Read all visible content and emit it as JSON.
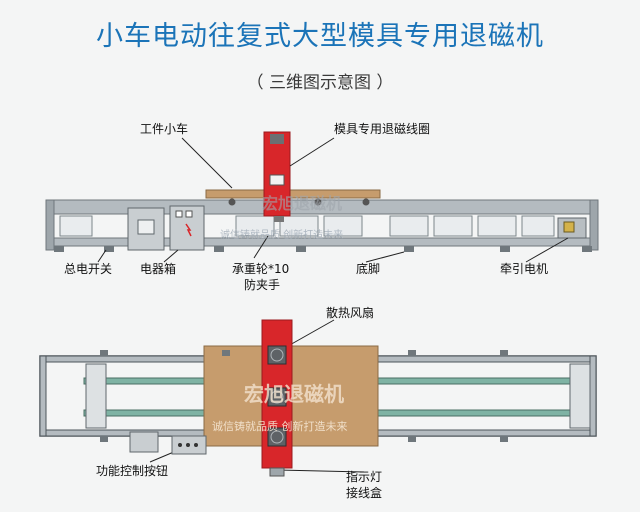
{
  "title": "小车电动往复式大型模具专用退磁机",
  "subtitle": "（ 三维图示意图 ）",
  "labels": {
    "work_cart": "工件小车",
    "coil": "模具专用退磁线圈",
    "main_switch": "总电开关",
    "electric_box": "电器箱",
    "wheels": "承重轮*10",
    "anti_clamp": "防夹手",
    "foot": "底脚",
    "motor": "牵引电机",
    "fan": "散热风扇",
    "func_buttons": "功能控制按钮",
    "indicator": "指示灯",
    "junction_box": "接线盒"
  },
  "watermark": {
    "brand_top": "宏旭退磁机",
    "slogan_top": "诚信铸就品质 创新打造未来",
    "brand_bottom": "宏旭退磁机",
    "slogan_bottom": "诚信铸就品质 创新打造未来"
  },
  "colors": {
    "title": "#1b74b8",
    "coil_red": "#d8262a",
    "frame_gray": "#a9b0b5",
    "cart_wood": "#c69c6d"
  }
}
